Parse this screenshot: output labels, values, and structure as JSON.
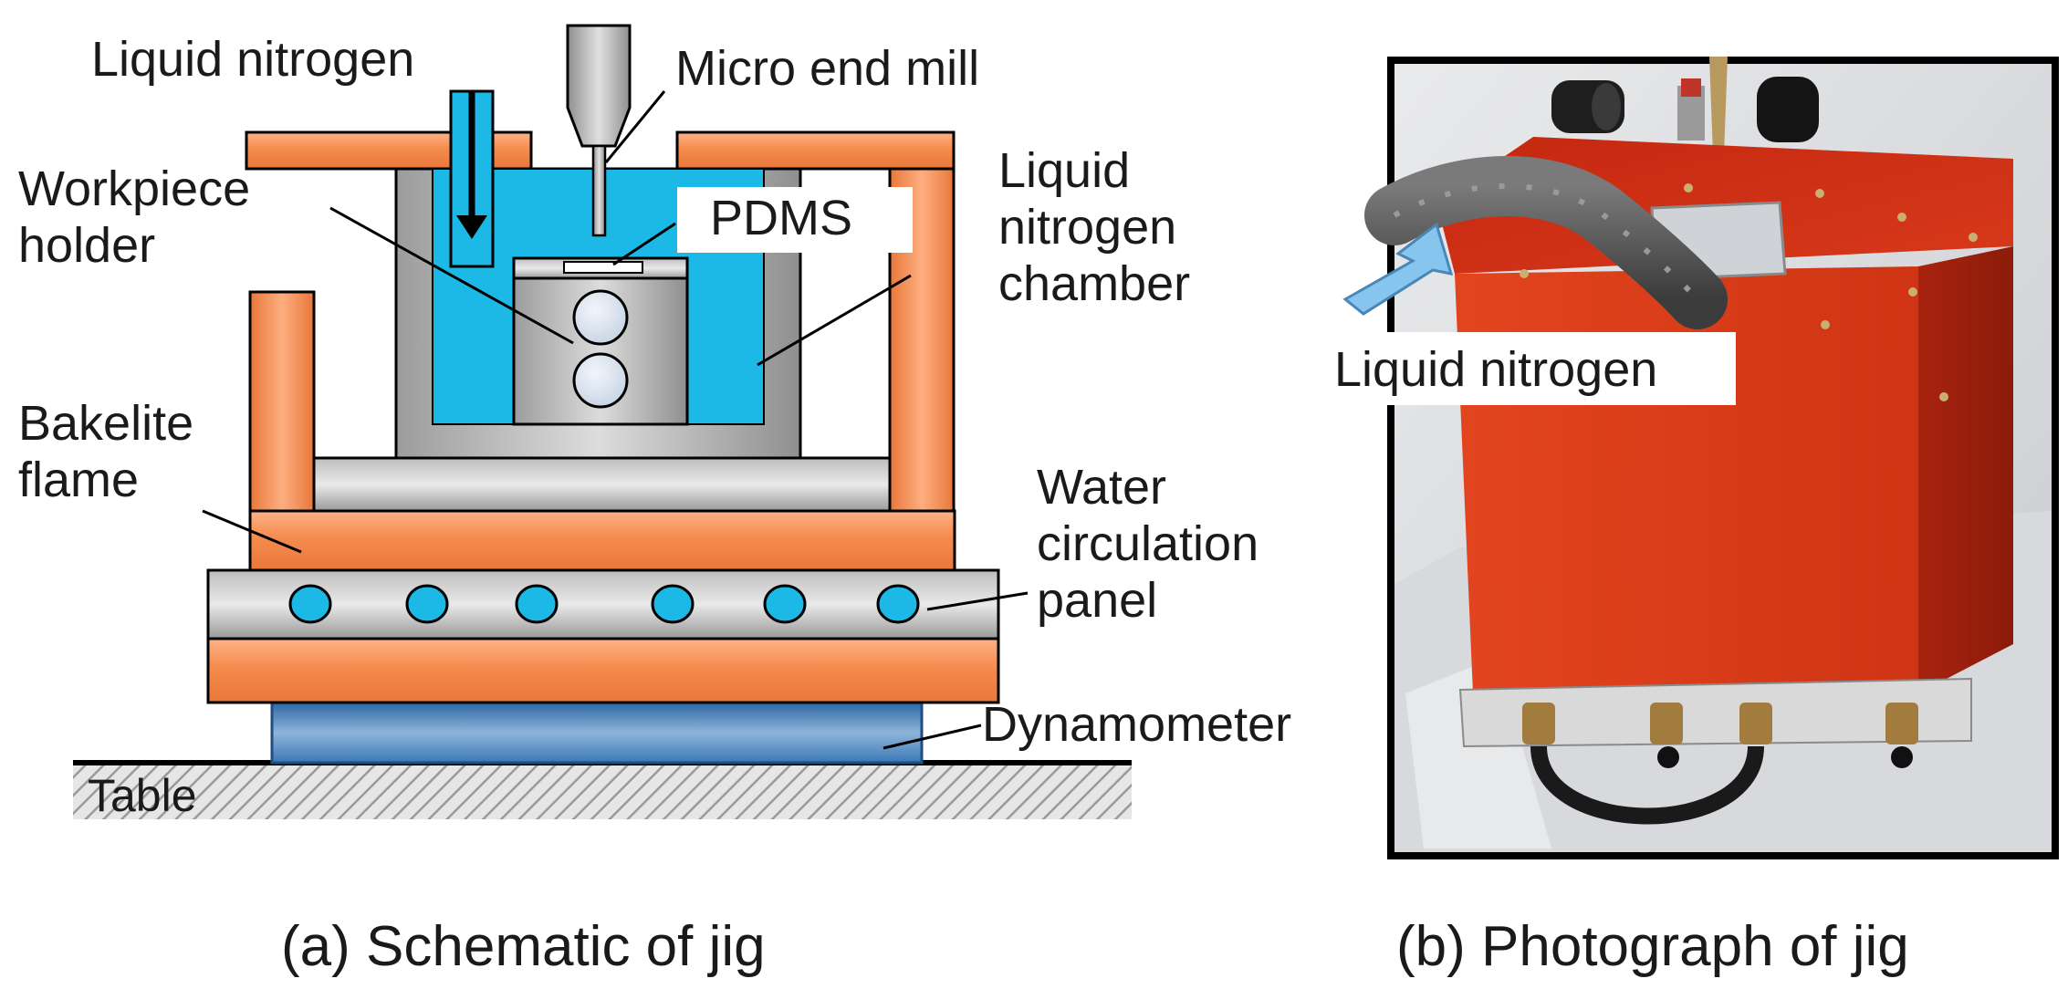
{
  "schematic": {
    "labels": {
      "liquid_nitrogen": "Liquid nitrogen",
      "micro_end_mill": "Micro end mill",
      "workpiece_holder_line1": "Workpiece",
      "workpiece_holder_line2": "holder",
      "pdms": "PDMS",
      "chamber_line1": "Liquid",
      "chamber_line2": "nitrogen",
      "chamber_line3": "chamber",
      "bakelite_line1": "Bakelite",
      "bakelite_line2": "flame",
      "water_line1": "Water",
      "water_line2": "circulation",
      "water_line3": "panel",
      "dynamometer": "Dynamometer",
      "table": "Table"
    },
    "caption": "(a) Schematic of jig"
  },
  "photo": {
    "label": "Liquid nitrogen",
    "caption": "(b) Photograph of jig"
  },
  "colors": {
    "bakelite": "#f58b4e",
    "nitrogen": "#1cb8e6",
    "steel": "#a9a9a9",
    "dynamometer": "#3f7fbf",
    "red_box": "#d8391a",
    "arrow": "#86c6ee"
  }
}
